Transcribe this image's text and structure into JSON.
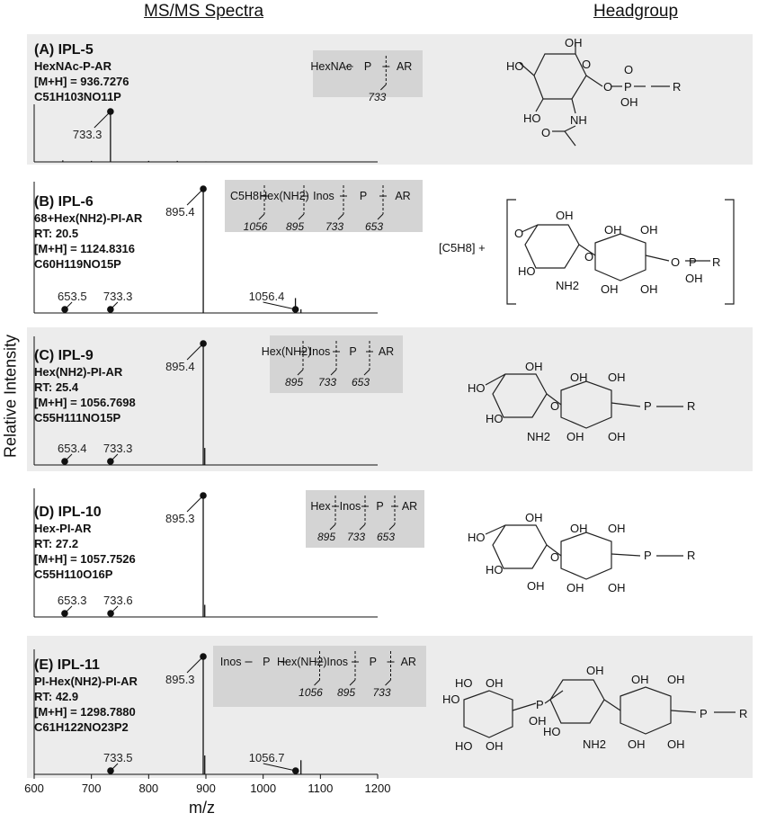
{
  "headers": {
    "spectra": "MS/MS Spectra",
    "headgroup": "Headgroup"
  },
  "axes": {
    "ylabel": "Relative Intensity",
    "xlabel": "m/z"
  },
  "chart_data": {
    "type": "bar",
    "xlabel": "m/z",
    "ylabel": "Relative Intensity",
    "xlim": [
      600,
      1200
    ],
    "xticks": [
      600,
      700,
      800,
      900,
      1000,
      1100,
      1200
    ],
    "panels": [
      {
        "id": "(A) IPL-5",
        "lines": [
          "HexNAc-P-AR",
          "[M+H] = 936.7276",
          "C51H103NO11P"
        ],
        "peaks": [
          {
            "x": 733.3,
            "y": 100
          },
          {
            "x": 650,
            "y": 3
          },
          {
            "x": 700,
            "y": 2
          },
          {
            "x": 800,
            "y": 2
          },
          {
            "x": 850,
            "y": 2
          },
          {
            "x": 900,
            "y": 1
          }
        ],
        "labels": [
          {
            "text": "733.3",
            "x": 733.3
          }
        ],
        "fragment_tree": [
          "HexNAc",
          "P",
          "AR"
        ],
        "fragment_masses": [
          "733"
        ]
      },
      {
        "id": "(B) IPL-6",
        "lines": [
          "68+Hex(NH2)-PI-AR",
          "RT: 20.5",
          "[M+H] = 1124.8316",
          "C60H119NO15P"
        ],
        "peaks": [
          {
            "x": 653.5,
            "y": 2
          },
          {
            "x": 733.3,
            "y": 3
          },
          {
            "x": 895.4,
            "y": 100
          },
          {
            "x": 1056.4,
            "y": 12
          },
          {
            "x": 1066,
            "y": 3
          }
        ],
        "labels": [
          {
            "text": "653.5",
            "x": 653.5
          },
          {
            "text": "733.3",
            "x": 733.3
          },
          {
            "text": "895.4",
            "x": 895.4
          },
          {
            "text": "1056.4",
            "x": 1056.4
          }
        ],
        "fragment_tree": [
          "C5H8",
          "Hex(NH2)",
          "Inos",
          "P",
          "AR"
        ],
        "fragment_masses": [
          "1056",
          "895",
          "733",
          "653"
        ]
      },
      {
        "id": "(C) IPL-9",
        "lines": [
          "Hex(NH2)-PI-AR",
          "RT: 25.4",
          "[M+H] = 1056.7698",
          "C55H111NO15P"
        ],
        "peaks": [
          {
            "x": 653.4,
            "y": 2
          },
          {
            "x": 733.3,
            "y": 2
          },
          {
            "x": 895.4,
            "y": 100
          },
          {
            "x": 898,
            "y": 14
          }
        ],
        "labels": [
          {
            "text": "653.4",
            "x": 653.4
          },
          {
            "text": "733.3",
            "x": 733.3
          },
          {
            "text": "895.4",
            "x": 895.4
          }
        ],
        "fragment_tree": [
          "Hex(NH2)",
          "Inos",
          "P",
          "AR"
        ],
        "fragment_masses": [
          "895",
          "733",
          "653"
        ]
      },
      {
        "id": "(D) IPL-10",
        "lines": [
          "Hex-PI-AR",
          "RT: 27.2",
          "[M+H] = 1057.7526",
          "C55H110O16P"
        ],
        "peaks": [
          {
            "x": 653.3,
            "y": 2
          },
          {
            "x": 733.6,
            "y": 2
          },
          {
            "x": 895.3,
            "y": 100
          },
          {
            "x": 898,
            "y": 10
          }
        ],
        "labels": [
          {
            "text": "653.3",
            "x": 653.3
          },
          {
            "text": "733.6",
            "x": 733.6
          },
          {
            "text": "895.3",
            "x": 895.3
          }
        ],
        "fragment_tree": [
          "Hex",
          "Inos",
          "P",
          "AR"
        ],
        "fragment_masses": [
          "895",
          "733",
          "653"
        ]
      },
      {
        "id": "(E) IPL-11",
        "lines": [
          "PI-Hex(NH2)-PI-AR",
          "RT: 42.9",
          "[M+H] = 1298.7880",
          "C61H122NO23P2"
        ],
        "peaks": [
          {
            "x": 733.5,
            "y": 2
          },
          {
            "x": 895.3,
            "y": 100
          },
          {
            "x": 898,
            "y": 16
          },
          {
            "x": 1056.7,
            "y": 5
          },
          {
            "x": 1066,
            "y": 12
          }
        ],
        "labels": [
          {
            "text": "733.5",
            "x": 733.5
          },
          {
            "text": "895.3",
            "x": 895.3
          },
          {
            "text": "1056.7",
            "x": 1056.7
          }
        ],
        "fragment_tree": [
          "Inos",
          "P",
          "Hex(NH2)",
          "Inos",
          "P",
          "AR"
        ],
        "fragment_masses": [
          "1056",
          "895",
          "733"
        ]
      }
    ]
  },
  "structure_text": {
    "oh": "OH",
    "ho": "HO",
    "o": "O",
    "p": "P",
    "r": "R",
    "nh": "NH",
    "nh2": "NH2",
    "c5h8": "[C5H8] +"
  }
}
